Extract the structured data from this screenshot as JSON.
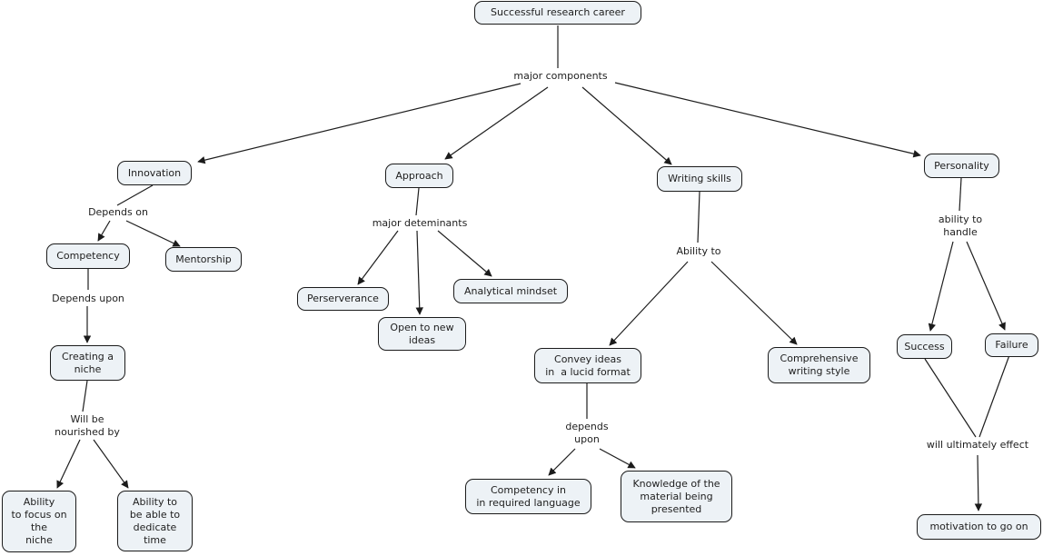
{
  "nodes": {
    "root": {
      "label": "Successful research career"
    },
    "innovation": {
      "label": "Innovation"
    },
    "competency": {
      "label": "Competency"
    },
    "mentorship": {
      "label": "Mentorship"
    },
    "creating_niche": {
      "label": "Creating a\nniche"
    },
    "focus_niche": {
      "label": "Ability\nto focus on\nthe\nniche"
    },
    "dedicate_time": {
      "label": "Ability to\nbe able to\ndedicate\ntime"
    },
    "approach": {
      "label": "Approach"
    },
    "perserverance": {
      "label": "Perserverance"
    },
    "open_ideas": {
      "label": "Open to new\nideas"
    },
    "analytical": {
      "label": "Analytical mindset"
    },
    "writing": {
      "label": "Writing skills"
    },
    "convey": {
      "label": "Convey ideas\nin  a lucid format"
    },
    "comprehensive": {
      "label": "Comprehensive\nwriting style"
    },
    "competency_lang": {
      "label": "Competency in\nin required language"
    },
    "knowledge": {
      "label": "Knowledge of the\nmaterial being\npresented"
    },
    "personality": {
      "label": "Personality"
    },
    "success": {
      "label": "Success"
    },
    "failure": {
      "label": "Failure"
    },
    "motivation": {
      "label": "motivation to go on"
    }
  },
  "edge_labels": {
    "major_components": {
      "label": "major components"
    },
    "depends_on": {
      "label": "Depends on"
    },
    "depends_upon": {
      "label": "Depends upon"
    },
    "nourished_by": {
      "label": "Will be\nnourished by"
    },
    "major_determinants": {
      "label": "major deteminants"
    },
    "ability_to": {
      "label": "Ability to"
    },
    "depends_upon_2": {
      "label": "depends\nupon"
    },
    "ability_to_handle": {
      "label": "ability to\nhandle"
    },
    "will_ultimately_effect": {
      "label": "will ultimately effect"
    }
  },
  "colors": {
    "node_fill": "#edf2f6",
    "node_border": "#1b1b1b",
    "text": "#1e1e1e",
    "edge": "#1e1e1e",
    "background": "#ffffff"
  }
}
